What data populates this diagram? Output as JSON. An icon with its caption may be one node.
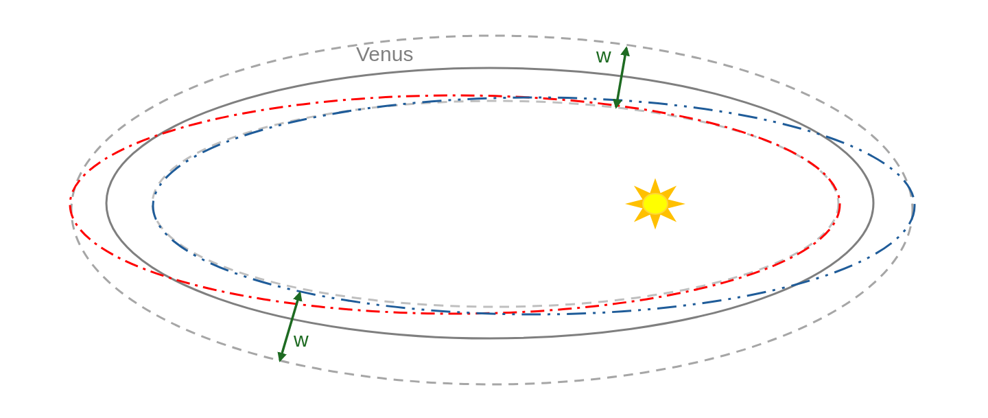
{
  "diagram": {
    "labels": [
      "Venus",
      "w",
      "w"
    ]
  }
}
